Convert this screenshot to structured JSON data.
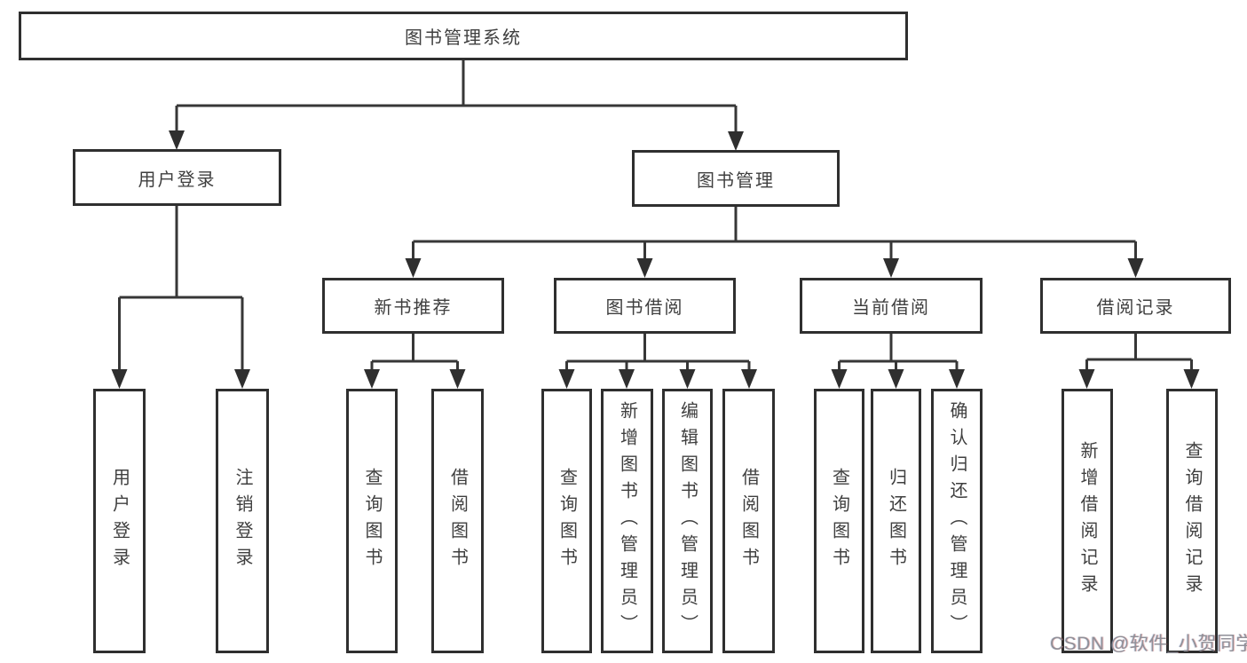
{
  "diagram": {
    "root": {
      "label": "图书管理系统"
    },
    "user_login": {
      "label": "用户登录",
      "children": [
        {
          "label": "用户登录"
        },
        {
          "label": "注销登录"
        }
      ]
    },
    "book_management": {
      "label": "图书管理",
      "sections": [
        {
          "label": "新书推荐",
          "children": [
            {
              "label": "查询图书"
            },
            {
              "label": "借阅图书"
            }
          ]
        },
        {
          "label": "图书借阅",
          "children": [
            {
              "label": "查询图书"
            },
            {
              "label": "新增图书（管理员）"
            },
            {
              "label": "编辑图书（管理员）"
            },
            {
              "label": "借阅图书"
            }
          ]
        },
        {
          "label": "当前借阅",
          "children": [
            {
              "label": "查询图书"
            },
            {
              "label": "归还图书"
            },
            {
              "label": "确认归还（管理员）"
            }
          ]
        },
        {
          "label": "借阅记录",
          "children": [
            {
              "label": "新增借阅记录"
            },
            {
              "label": "查询借阅记录"
            }
          ]
        }
      ]
    }
  },
  "watermark": "CSDN @软件_小贺同学",
  "colors": {
    "line": "#373737",
    "box_border": "#2f2f2f",
    "text": "#3f3f3f",
    "watermark": "#8f8f97",
    "background": "#ffffff"
  }
}
